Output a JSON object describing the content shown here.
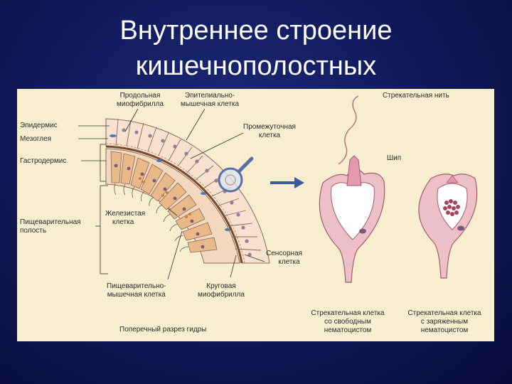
{
  "slide": {
    "title_line1": "Внутреннее строение",
    "title_line2": "кишечнополостных"
  },
  "labels": {
    "longitudinal_myofibril": [
      "Продольная",
      "миофибрилла"
    ],
    "epithelial_muscle_cell": [
      "Эпителиально-",
      "мышечная клетка"
    ],
    "epidermis": "Эпидермис",
    "mesoglea": "Мезоглея",
    "intermediate_cell": [
      "Промежуточная",
      "клетка"
    ],
    "gastrodermis": "Гастродермис",
    "digestive_cavity": [
      "Пищеварительная",
      "полость"
    ],
    "glandular_cell": [
      "Железистая",
      "клетка"
    ],
    "sensory_cell": [
      "Сенсорная",
      "клетка"
    ],
    "digestive_muscle_cell": [
      "Пищеварительно-",
      "мышечная клетка"
    ],
    "circular_myofibril": [
      "Круговая",
      "миофибрилла"
    ],
    "cross_section": "Поперечный разрез гидры",
    "stinging_thread": "Стрекательная нить",
    "spike": "Шип",
    "cell_free": [
      "Стрекательная клетка",
      "со свободным",
      "нематоцистом"
    ],
    "cell_charged": [
      "Стрекательная клетка",
      "с заряженным",
      "нематоцистом"
    ]
  },
  "colors": {
    "background": "#0f1756",
    "panel": "#f7eed0",
    "cell_fill": "#f6e2cf",
    "digestive_cell": "#e9b98a",
    "mesoglea_line": "#7a4a2e",
    "nematocyst_pink": "#e6b3bf",
    "arrow": "#3e5a9c"
  },
  "icons": {
    "magnifier": "magnifier-icon",
    "arrow": "right-arrow-icon"
  }
}
